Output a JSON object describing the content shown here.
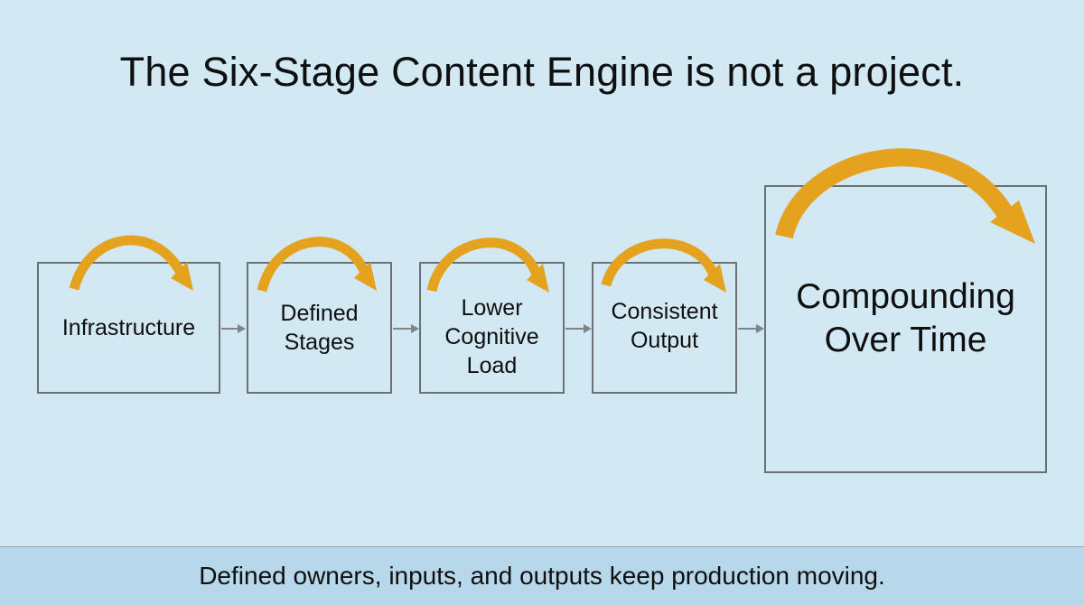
{
  "title": "The Six-Stage Content Engine is not a project.",
  "stages": [
    {
      "label": "Infrastructure"
    },
    {
      "label": "Defined\nStages"
    },
    {
      "label": "Lower\nCognitive\nLoad"
    },
    {
      "label": "Consistent\nOutput"
    },
    {
      "label": "Compounding\nOver Time"
    }
  ],
  "footer": {
    "text": "Defined owners, inputs, and outputs keep production moving."
  },
  "colors": {
    "background": "#d2e8f3",
    "footer_background": "#b7d8ea",
    "arc": "#e4a21f",
    "box_border": "#6e7172",
    "connector": "#7d8587",
    "text": "#0f0f0f"
  },
  "icons": {
    "arc": "curved-arrow-icon",
    "connector": "right-arrow-icon"
  }
}
